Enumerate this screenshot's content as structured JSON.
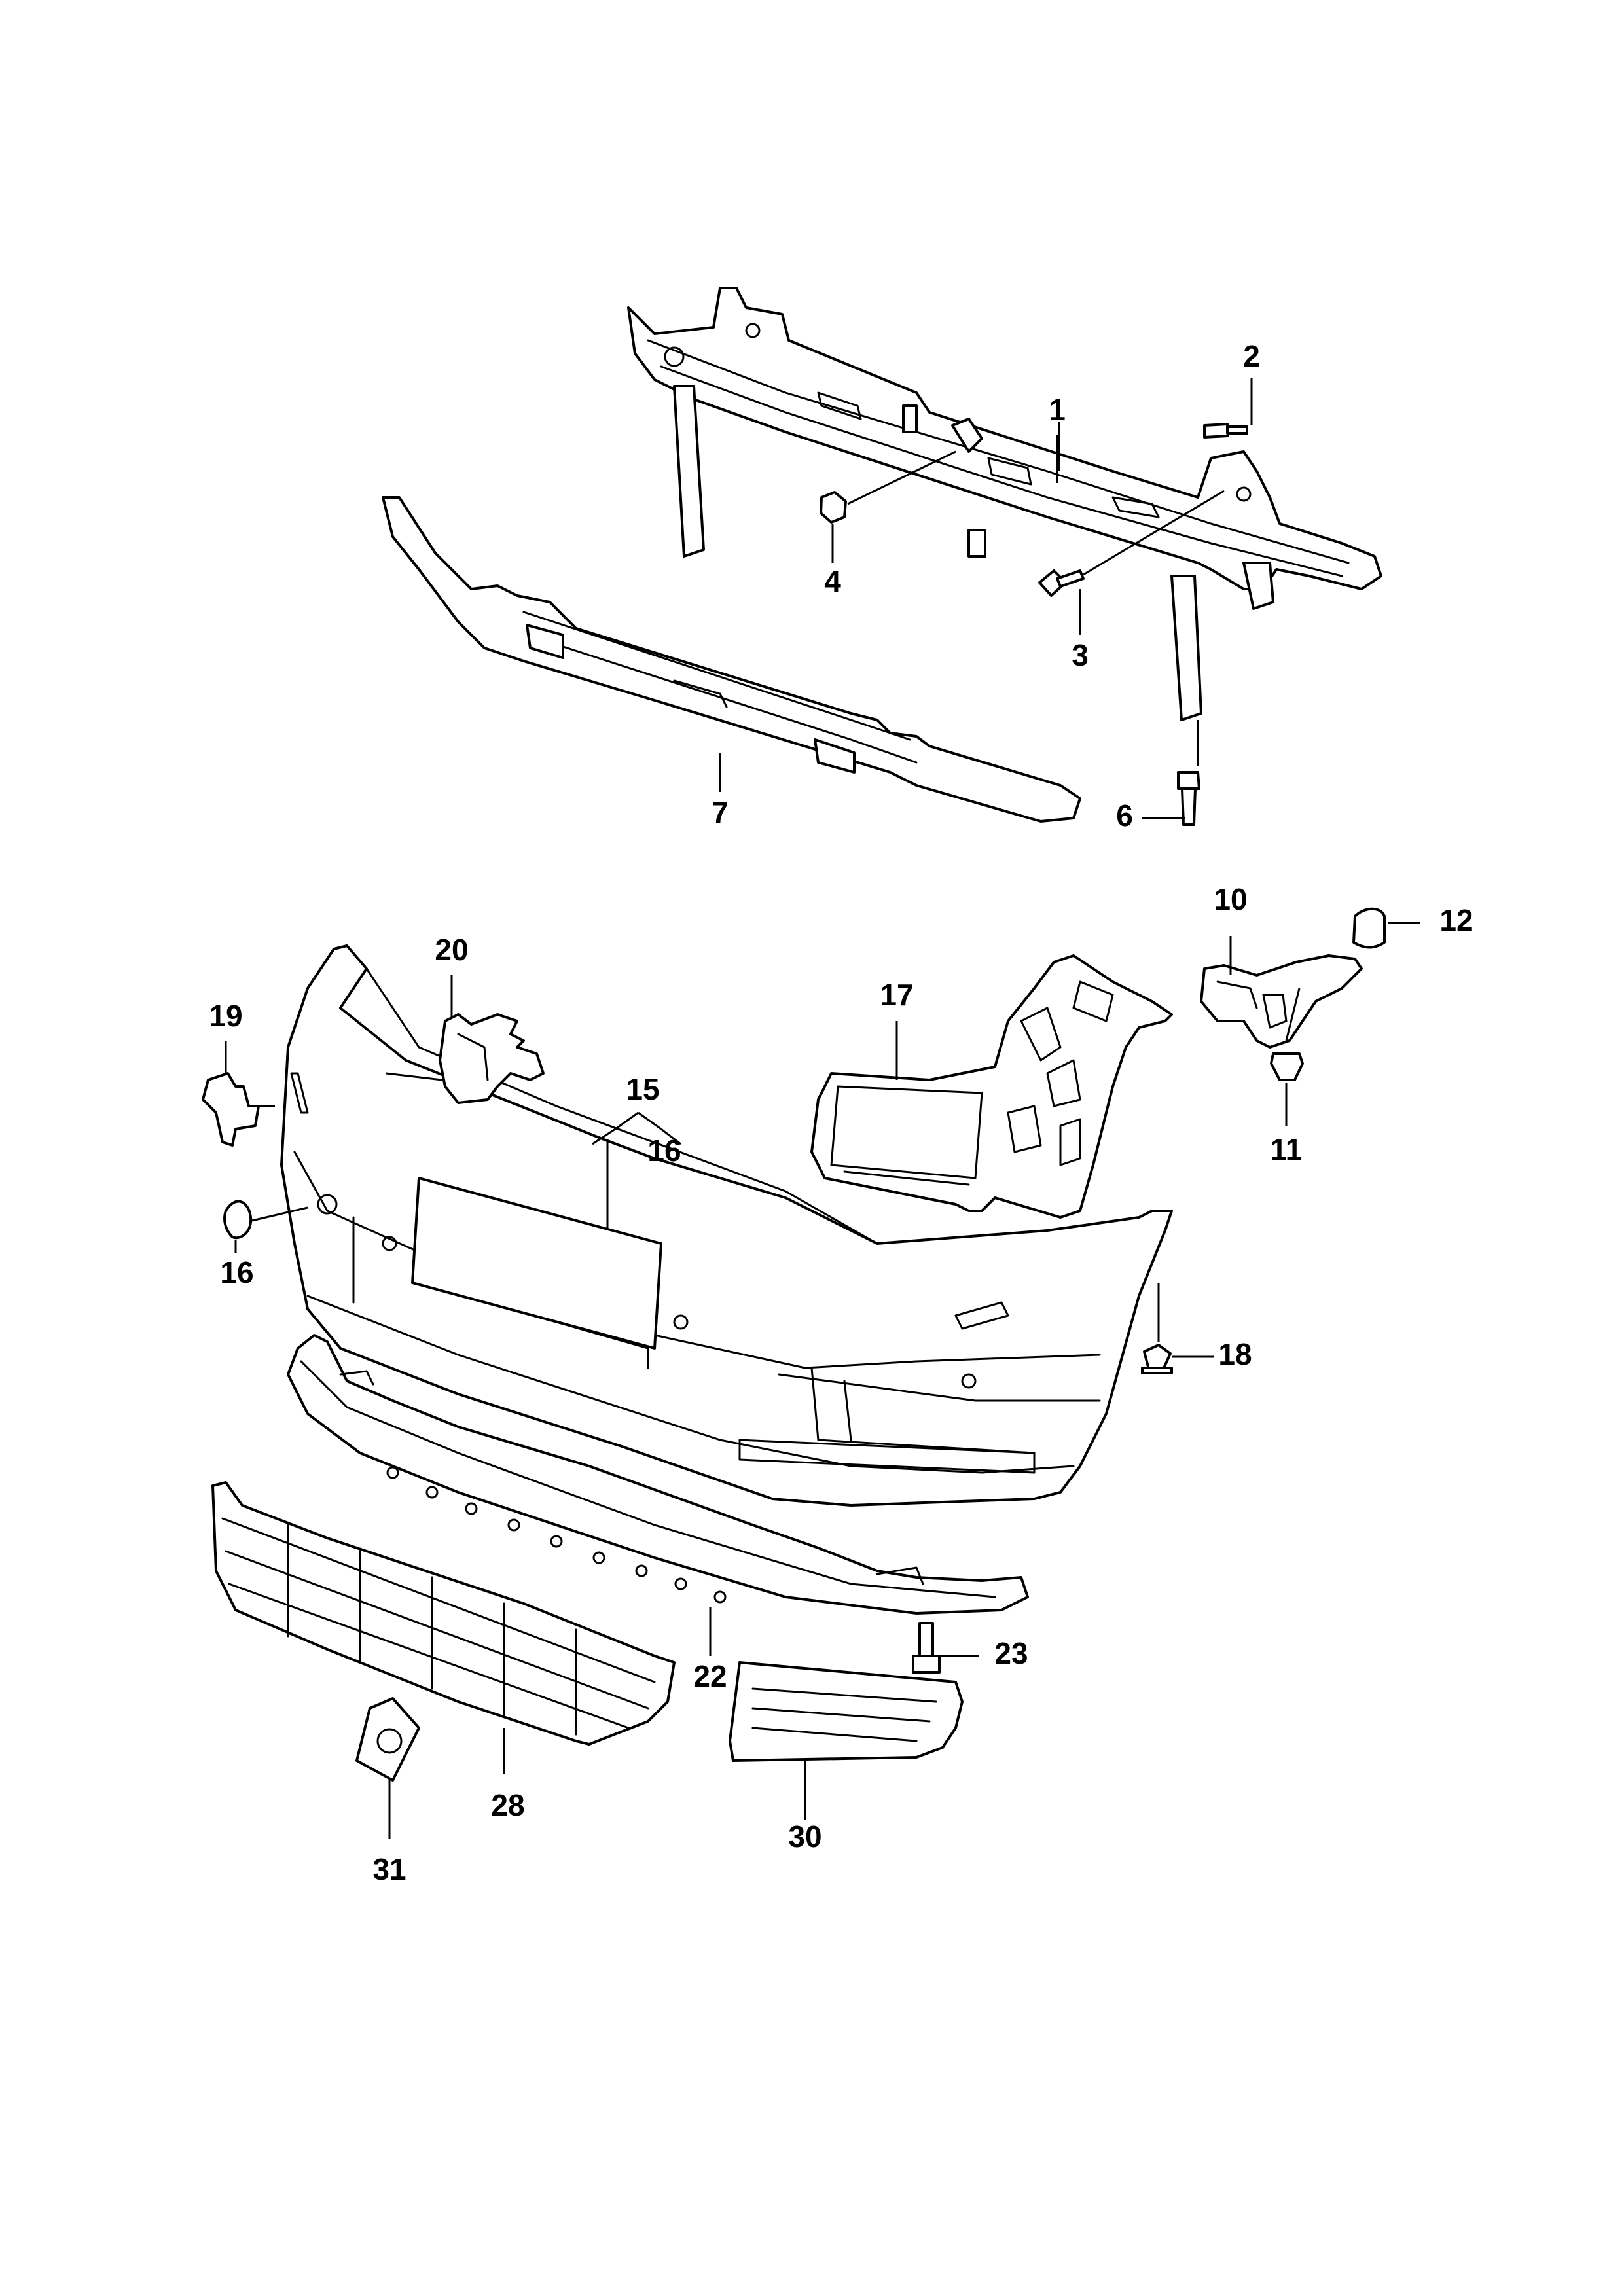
{
  "parts": [
    {
      "id": "part-1",
      "label": "1"
    },
    {
      "id": "part-2",
      "label": "2"
    },
    {
      "id": "part-3",
      "label": "3"
    },
    {
      "id": "part-4",
      "label": "4"
    },
    {
      "id": "part-6",
      "label": "6"
    },
    {
      "id": "part-7",
      "label": "7"
    },
    {
      "id": "part-10",
      "label": "10"
    },
    {
      "id": "part-11",
      "label": "11"
    },
    {
      "id": "part-12",
      "label": "12"
    },
    {
      "id": "part-15",
      "label": "15"
    },
    {
      "id": "part-16-a",
      "label": "16"
    },
    {
      "id": "part-16-b",
      "label": "16"
    },
    {
      "id": "part-17",
      "label": "17"
    },
    {
      "id": "part-18",
      "label": "18"
    },
    {
      "id": "part-19",
      "label": "19"
    },
    {
      "id": "part-20",
      "label": "20"
    },
    {
      "id": "part-22",
      "label": "22"
    },
    {
      "id": "part-23",
      "label": "23"
    },
    {
      "id": "part-28",
      "label": "28"
    },
    {
      "id": "part-30",
      "label": "30"
    },
    {
      "id": "part-31",
      "label": "31"
    }
  ]
}
